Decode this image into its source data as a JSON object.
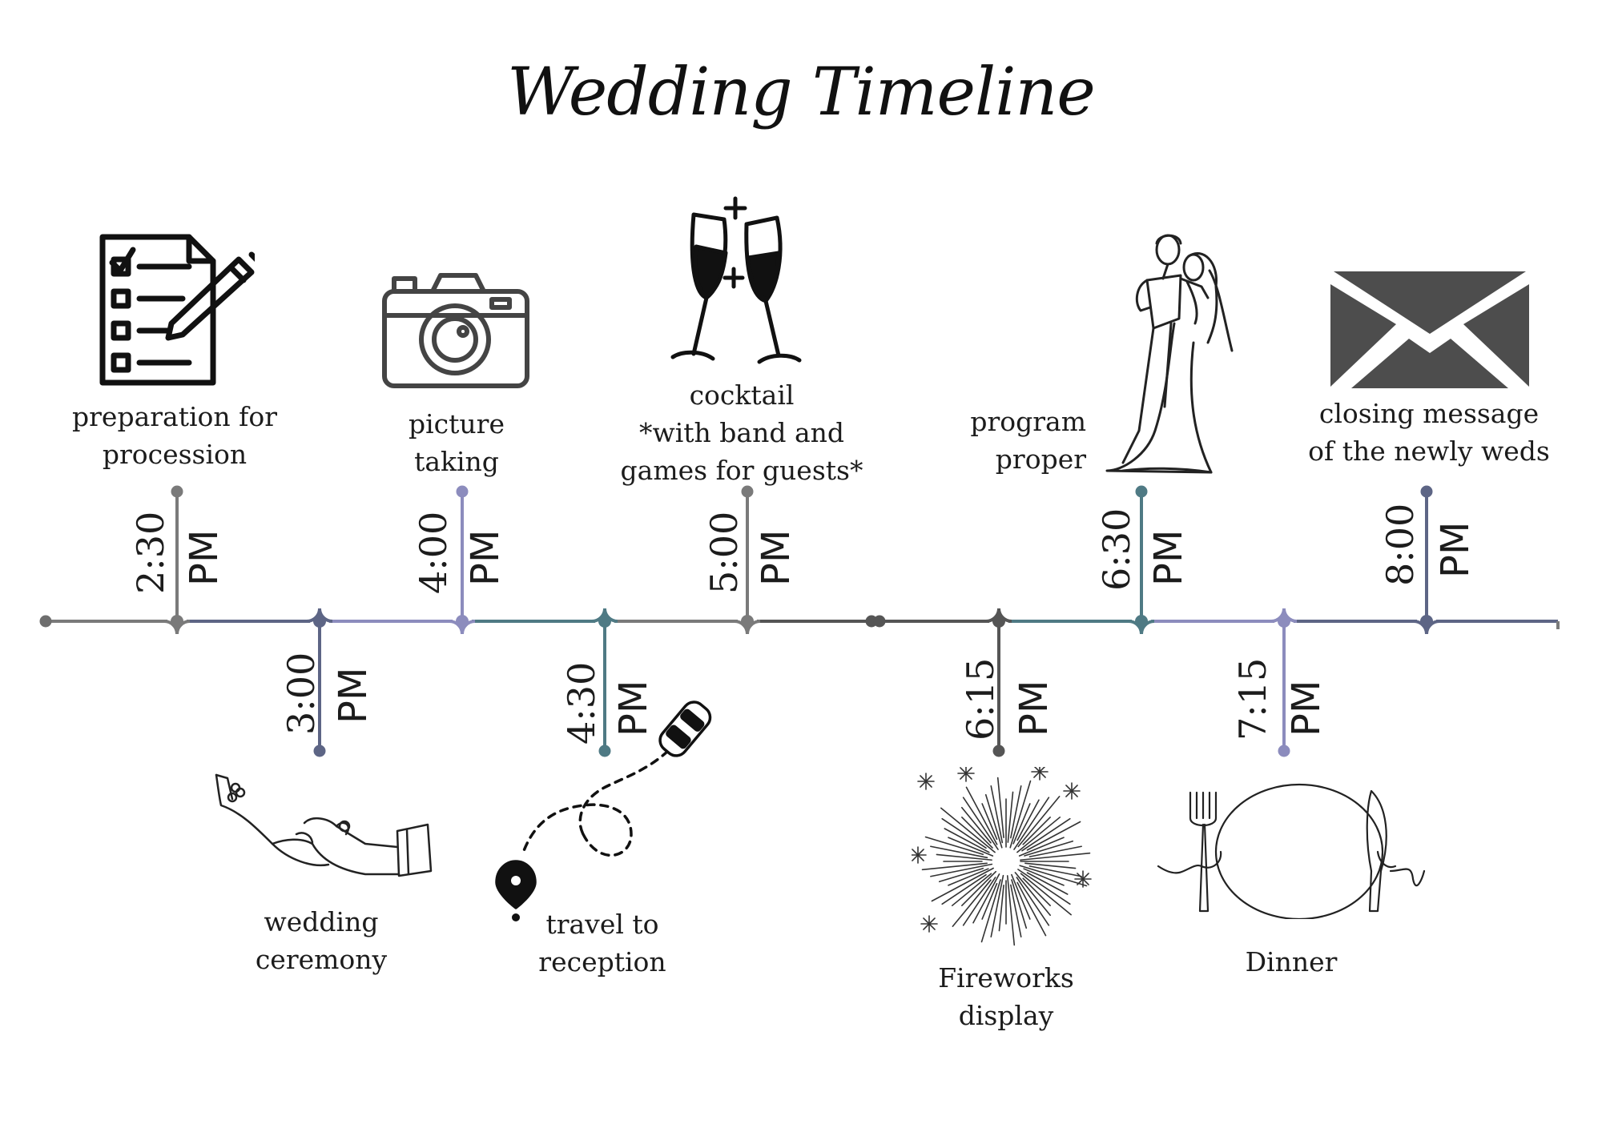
{
  "title": "Wedding Timeline",
  "colors": {
    "gray": "#7a7a7a",
    "slate": "#5d6585",
    "lavender": "#8c8cbd",
    "teal": "#4f7a84",
    "charcoal": "#555555"
  },
  "events": [
    {
      "time": "2:30",
      "ampm": "PM",
      "label_lines": [
        "preparation for",
        "procession"
      ],
      "icon": "checklist-icon",
      "position": "above",
      "color": "gray"
    },
    {
      "time": "3:00",
      "ampm": "PM",
      "label_lines": [
        "wedding",
        "ceremony"
      ],
      "icon": "ring-hands-icon",
      "position": "below",
      "color": "slate"
    },
    {
      "time": "4:00",
      "ampm": "PM",
      "label_lines": [
        "picture",
        "taking"
      ],
      "icon": "camera-icon",
      "position": "above",
      "color": "lavender"
    },
    {
      "time": "4:30",
      "ampm": "PM",
      "label_lines": [
        "travel to",
        "reception"
      ],
      "icon": "car-route-icon",
      "position": "below",
      "color": "teal"
    },
    {
      "time": "5:00",
      "ampm": "PM",
      "label_lines": [
        "cocktail",
        "*with band and",
        "games for guests*"
      ],
      "icon": "champagne-toast-icon",
      "position": "above",
      "color": "gray"
    },
    {
      "time": "6:15",
      "ampm": "PM",
      "label_lines": [
        "Fireworks",
        "display"
      ],
      "icon": "fireworks-icon",
      "position": "below",
      "color": "charcoal"
    },
    {
      "time": "6:30",
      "ampm": "PM",
      "label_lines": [
        "program",
        "proper"
      ],
      "icon": "dancing-couple-icon",
      "position": "above",
      "color": "teal"
    },
    {
      "time": "7:15",
      "ampm": "PM",
      "label_lines": [
        "Dinner"
      ],
      "icon": "plate-cutlery-icon",
      "position": "below",
      "color": "lavender"
    },
    {
      "time": "8:00",
      "ampm": "PM",
      "label_lines": [
        "closing message",
        "of the newly weds"
      ],
      "icon": "envelope-icon",
      "position": "above",
      "color": "slate"
    }
  ]
}
